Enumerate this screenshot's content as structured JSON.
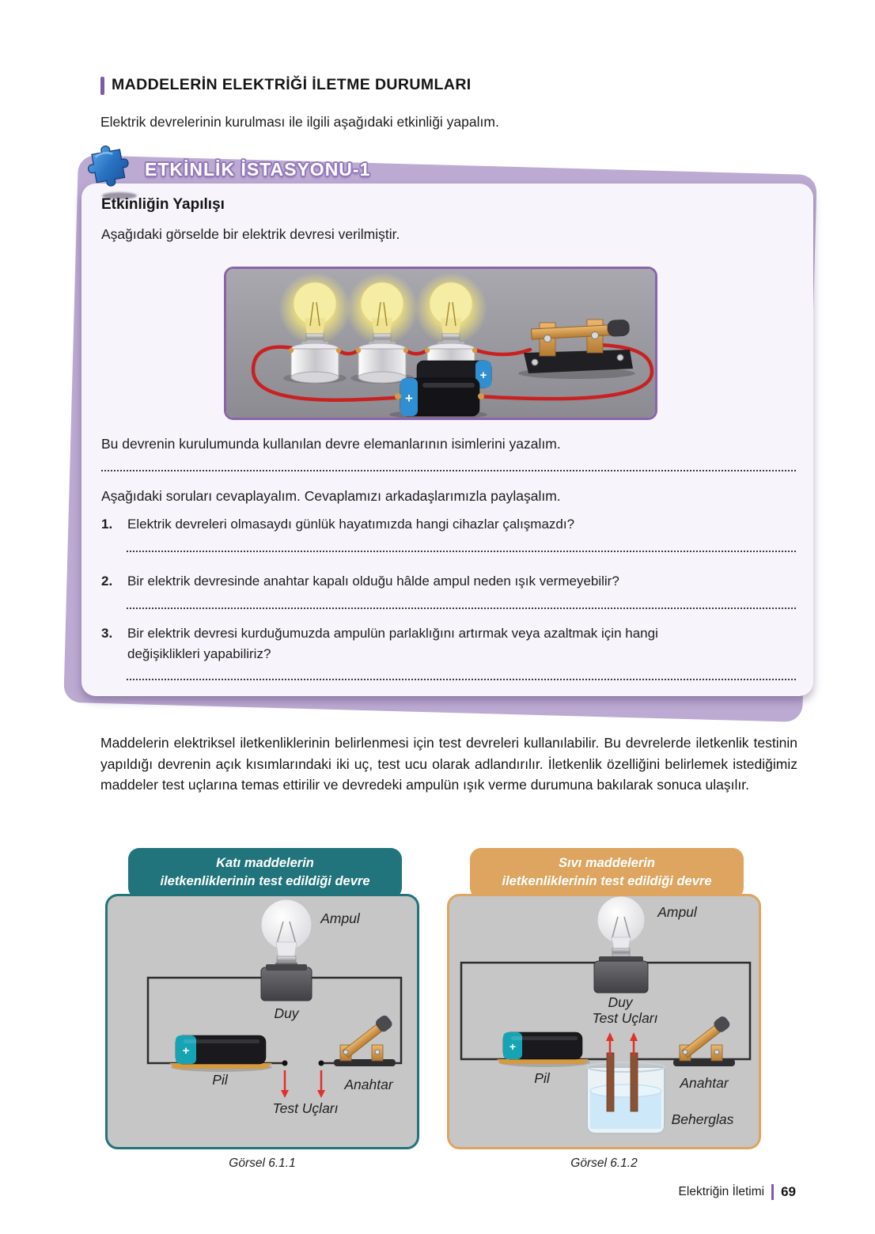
{
  "page": {
    "section_heading": "MADDELERİN ELEKTRİĞİ İLETME DURUMLARI",
    "intro": "Elektrik devrelerinin kurulması ile ilgili aşağıdaki etkinliği yapalım.",
    "footer_section": "Elektriğin İletimi",
    "footer_page": "69"
  },
  "activity": {
    "banner_title": "ETKİNLİK İSTASYONU-1",
    "heading": "Etkinliğin Yapılışı",
    "description": "Aşağıdaki görselde bir elektrik devresi verilmiştir.",
    "circuit_note": "Bu devrenin kurulumunda kullanılan devre elemanlarının isimlerini yazalım.",
    "discussion_prompt": "Aşağıdaki soruları cevaplayalım. Cevaplamızı arkadaşlarımızla paylaşalım.",
    "questions": [
      {
        "number": "1.",
        "text": "Elektrik devreleri olmasaydı günlük hayatımızda hangi cihazlar çalışmazdı?"
      },
      {
        "number": "2.",
        "text": "Bir elektrik devresinde anahtar kapalı olduğu hâlde ampul neden ışık vermeyebilir?"
      },
      {
        "number": "3.",
        "text": "Bir elektrik devresi kurduğumuzda ampulün parlaklığını artırmak veya azaltmak için hangi değişiklikleri yapabiliriz?"
      }
    ]
  },
  "paragraph": "Maddelerin elektriksel iletkenliklerinin belirlenmesi için test devreleri kullanılabilir. Bu devrelerde iletkenlik testinin yapıldığı devrenin açık kısımlarındaki iki uç, test ucu olarak adlandırılır. İletkenlik özelliğini belirlemek istediğimiz maddeler test uçlarına temas ettirilir ve devredeki ampulün ışık verme durumuna bakılarak sonuca ulaşılır.",
  "figures": {
    "battery_plus": "+",
    "solid": {
      "title_line1": "Katı maddelerin",
      "title_line2": "iletkenliklerinin test edildiği devre",
      "caption": "Görsel 6.1.1",
      "labels": {
        "ampul": "Ampul",
        "duy": "Duy",
        "pil": "Pil",
        "anahtar": "Anahtar",
        "test_uclari": "Test Uçları"
      }
    },
    "liquid": {
      "title_line1": "Sıvı maddelerin",
      "title_line2": "iletkenliklerinin test edildiği devre",
      "caption": "Görsel 6.1.2",
      "labels": {
        "ampul": "Ampul",
        "duy": "Duy",
        "pil": "Pil",
        "anahtar": "Anahtar",
        "test_uclari": "Test Uçları",
        "beherglas": "Beherglas"
      }
    }
  },
  "colors": {
    "accent_purple": "#7b5ca8",
    "activity_purple": "#bcaad2",
    "card_bg": "#f7f5fb",
    "solid_accent": "#21747b",
    "liquid_accent": "#dda55f",
    "panel_gray": "#c7c6c6",
    "wire_red": "#c92121"
  }
}
